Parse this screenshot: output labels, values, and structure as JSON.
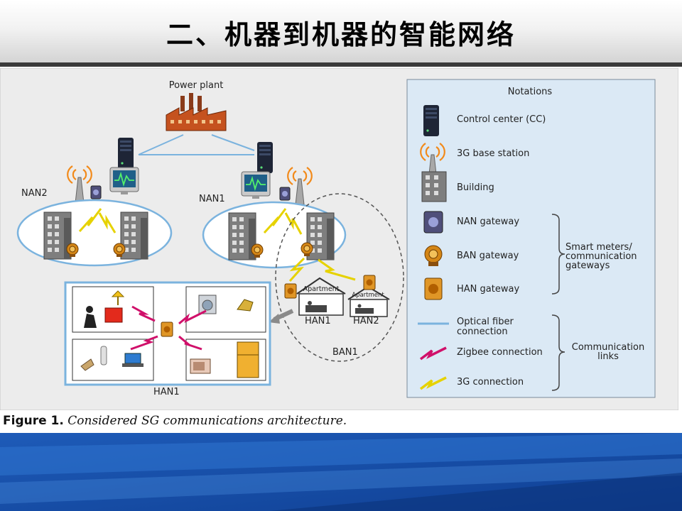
{
  "slide": {
    "title": "二、机器到机器的智能网络"
  },
  "diagram": {
    "labels": {
      "power_plant": "Power plant",
      "nan2": "NAN2",
      "nan1": "NAN1",
      "apartment_1": "Apartment",
      "apartment_2": "Apartment",
      "han1_small": "HAN1",
      "han2_small": "HAN2",
      "ban1": "BAN1",
      "han1_detail": "HAN1"
    },
    "legend": {
      "title": "Notations",
      "items": [
        {
          "icon": "control-center-icon",
          "label": "Control center (CC)"
        },
        {
          "icon": "base-station-icon",
          "label": "3G base station"
        },
        {
          "icon": "building-icon",
          "label": "Building"
        },
        {
          "icon": "nan-gateway-icon",
          "label": "NAN gateway"
        },
        {
          "icon": "ban-gateway-icon",
          "label": "BAN gateway"
        },
        {
          "icon": "han-gateway-icon",
          "label": "HAN gateway"
        },
        {
          "icon": "optical-fiber-line",
          "label_line1": "Optical fiber",
          "label_line2": "connection"
        },
        {
          "icon": "zigbee-bolt-icon",
          "label": "Zigbee connection"
        },
        {
          "icon": "3g-bolt-icon",
          "label": "3G connection"
        }
      ],
      "group_smart_meters": [
        "Smart meters/",
        "communication",
        "gateways"
      ],
      "group_links": [
        "Communication",
        "links"
      ]
    },
    "colors": {
      "fiber": "#7bb3de",
      "zigbee": "#d0106a",
      "g3": "#e6d200",
      "legend_bg": "#dbe9f5",
      "figure_bg": "#ececec"
    }
  },
  "caption": {
    "label": "Figure 1.",
    "text": "Considered SG communications architecture."
  }
}
